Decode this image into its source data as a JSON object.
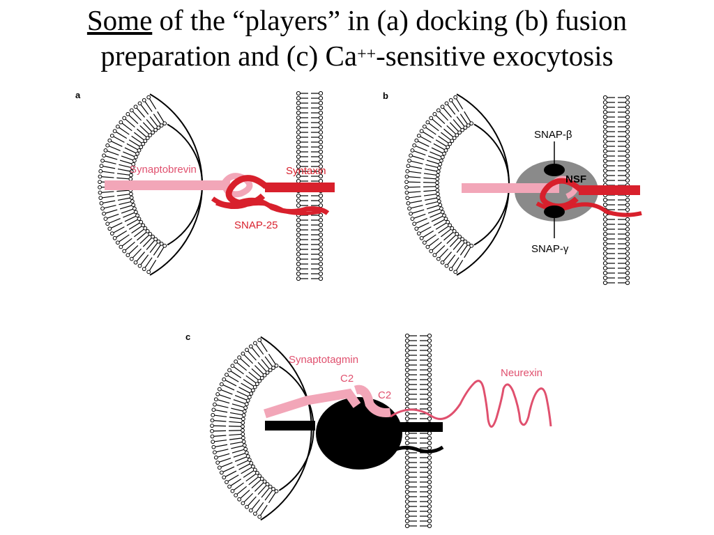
{
  "title": {
    "underlined": "Some",
    "line1_rest": " of the “players” in (a) docking (b) fusion",
    "line2_pre": "preparation and (c) Ca",
    "line2_sup": "++",
    "line2_post": "-sensitive exocytosis"
  },
  "colors": {
    "pink": "#f2a6b8",
    "red": "#d8202c",
    "pink_label": "#e0506e",
    "nsf_gray": "#8a8a8a",
    "black": "#000000"
  },
  "panel_a": {
    "letter": "a",
    "synaptobrevin": "Synaptobrevin",
    "syntaxin": "Syntaxin",
    "snap25": "SNAP-25"
  },
  "panel_b": {
    "letter": "b",
    "snap_beta": "SNAP-β",
    "nsf": "NSF",
    "snap_gamma": "SNAP-γ"
  },
  "panel_c": {
    "letter": "c",
    "synaptotagmin": "Synaptotagmin",
    "c2_left": "C2",
    "c2_right": "C2",
    "neurexin": "Neurexin"
  }
}
